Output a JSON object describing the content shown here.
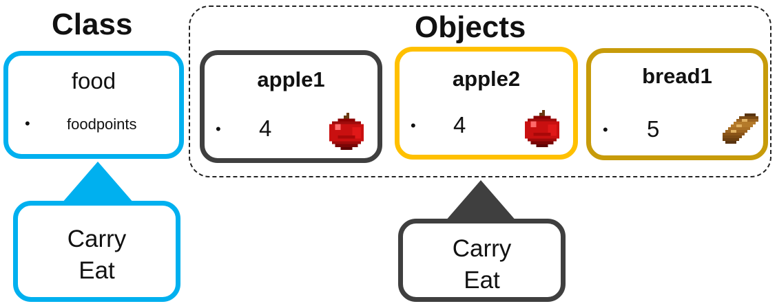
{
  "class_heading": "Class",
  "objects_heading": "Objects",
  "class_box": {
    "name": "food",
    "bullet": "•",
    "attribute": "foodpoints"
  },
  "class_methods": {
    "line1": "Carry",
    "line2": "Eat"
  },
  "objects": [
    {
      "name": "apple1",
      "bullet": "•",
      "value": "4",
      "icon": "apple-icon"
    },
    {
      "name": "apple2",
      "bullet": "•",
      "value": "4",
      "icon": "apple-icon"
    },
    {
      "name": "bread1",
      "bullet": "•",
      "value": "5",
      "icon": "bread-icon"
    }
  ],
  "object_methods": {
    "line1": "Carry",
    "line2": "Eat"
  },
  "colors": {
    "class_border": "#00b0ef",
    "apple1_border": "#3f3f3f",
    "apple2_border": "#ffc000",
    "bread1_border": "#c79b0a",
    "object_methods_border": "#3f3f3f"
  }
}
